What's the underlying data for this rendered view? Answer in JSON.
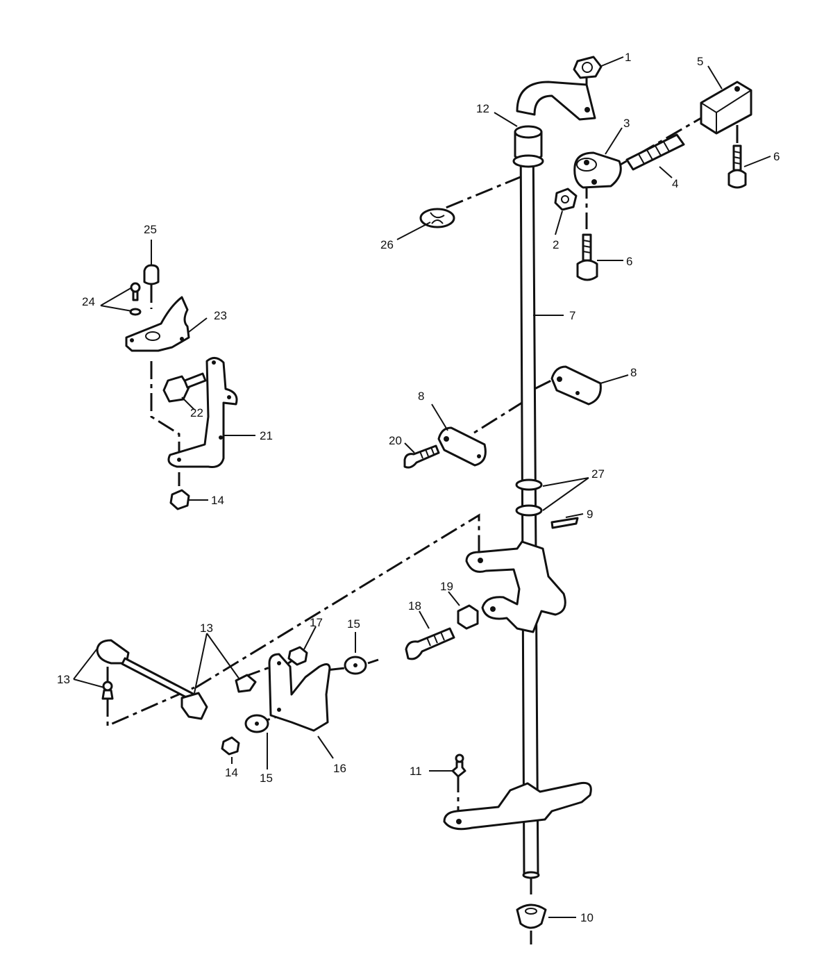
{
  "callouts": [
    {
      "id": "c1",
      "label": "1"
    },
    {
      "id": "c2",
      "label": "2"
    },
    {
      "id": "c3",
      "label": "3"
    },
    {
      "id": "c4",
      "label": "4"
    },
    {
      "id": "c5",
      "label": "5"
    },
    {
      "id": "c6a",
      "label": "6"
    },
    {
      "id": "c6b",
      "label": "6"
    },
    {
      "id": "c7",
      "label": "7"
    },
    {
      "id": "c8a",
      "label": "8"
    },
    {
      "id": "c8b",
      "label": "8"
    },
    {
      "id": "c9",
      "label": "9"
    },
    {
      "id": "c10",
      "label": "10"
    },
    {
      "id": "c11",
      "label": "11"
    },
    {
      "id": "c12",
      "label": "12"
    },
    {
      "id": "c13a",
      "label": "13"
    },
    {
      "id": "c13b",
      "label": "13"
    },
    {
      "id": "c14a",
      "label": "14"
    },
    {
      "id": "c14b",
      "label": "14"
    },
    {
      "id": "c15a",
      "label": "15"
    },
    {
      "id": "c15b",
      "label": "15"
    },
    {
      "id": "c16",
      "label": "16"
    },
    {
      "id": "c17",
      "label": "17"
    },
    {
      "id": "c18",
      "label": "18"
    },
    {
      "id": "c19",
      "label": "19"
    },
    {
      "id": "c20",
      "label": "20"
    },
    {
      "id": "c21",
      "label": "21"
    },
    {
      "id": "c22",
      "label": "22"
    },
    {
      "id": "c23",
      "label": "23"
    },
    {
      "id": "c24",
      "label": "24"
    },
    {
      "id": "c25",
      "label": "25"
    },
    {
      "id": "c26",
      "label": "26"
    },
    {
      "id": "c27",
      "label": "27"
    }
  ]
}
